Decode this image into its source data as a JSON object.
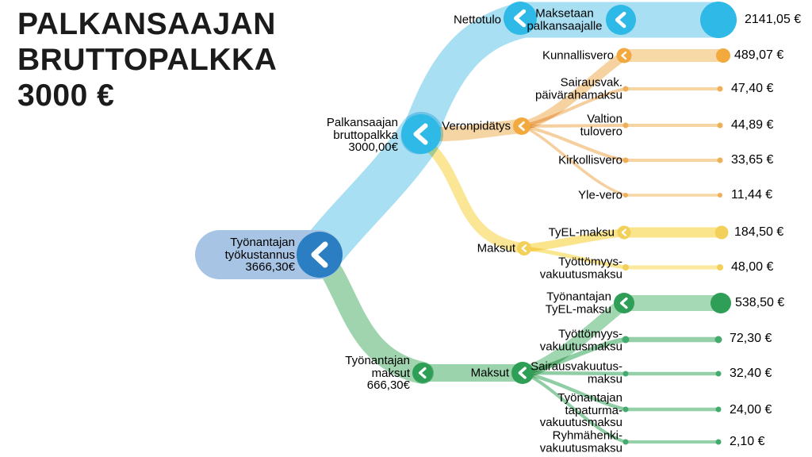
{
  "title": "PALKANSAAJAN\nBRUTTOPALKKA\n3000 €",
  "chart_data": {
    "type": "sankey",
    "title": "Palkansaajan bruttopalkka 3000 €",
    "unit": "€",
    "root": {
      "label": "Työnantajan\ntyökustannus\n3666,30€",
      "value": 3666.3
    },
    "employee": {
      "gross": {
        "label": "Palkansaajan\nbruttopalkka\n3000,00€",
        "value": 3000.0
      },
      "net": {
        "label": "Nettotulo",
        "paid_label": "Maksetaan\npalkansaajalle",
        "value": 2141.05,
        "value_label": "2141,05 €"
      },
      "withholding": {
        "label": "Veronpidätys",
        "items": [
          {
            "label": "Kunnallisvero",
            "value": 489.07,
            "value_label": "489,07 €"
          },
          {
            "label": "Sairausvak.\npäivärahamaksu",
            "value": 47.4,
            "value_label": "47,40 €"
          },
          {
            "label": "Valtion\ntulovero",
            "value": 44.89,
            "value_label": "44,89 €"
          },
          {
            "label": "Kirkollisvero",
            "value": 33.65,
            "value_label": "33,65 €"
          },
          {
            "label": "Yle-vero",
            "value": 11.44,
            "value_label": "11,44 €"
          }
        ]
      },
      "contributions": {
        "label": "Maksut",
        "items": [
          {
            "label": "TyEL-maksu",
            "value": 184.5,
            "value_label": "184,50 €"
          },
          {
            "label": "Työttömyys-\nvakuutusmaksu",
            "value": 48.0,
            "value_label": "48,00 €"
          }
        ]
      }
    },
    "employer": {
      "total": {
        "label": "Työnantajan\nmaksut\n666,30€",
        "value": 666.3
      },
      "contributions": {
        "label": "Maksut",
        "items": [
          {
            "label": "Työnantajan\nTyEL-maksu",
            "value": 538.5,
            "value_label": "538,50 €"
          },
          {
            "label": "Työttömyys-\nvakuutusmaksu",
            "value": 72.3,
            "value_label": "72,30 €"
          },
          {
            "label": "Sairausvakuutus-\nmaksu",
            "value": 32.4,
            "value_label": "32,40 €"
          },
          {
            "label": "Työnantajan\ntapaturma-\nvakuutusmaksu",
            "value": 24.0,
            "value_label": "24,00 €"
          },
          {
            "label": "Ryhmähenki-\nvakuutusmaksu",
            "value": 2.1,
            "value_label": "2,10 €"
          }
        ]
      }
    },
    "colors": {
      "employee_flow": "#a8dff3",
      "employee_node": "#2eb9e7",
      "root_node": "#2a7ec1",
      "root_pill": "#a8c4e4",
      "tax_node": "#f2a93d",
      "tax_flow": "#f7d9a8",
      "contrib_node": "#f2d059",
      "contrib_flow": "#fae58d",
      "employer_node": "#2f9e57",
      "employer_flow": "#a5d9b5"
    }
  }
}
